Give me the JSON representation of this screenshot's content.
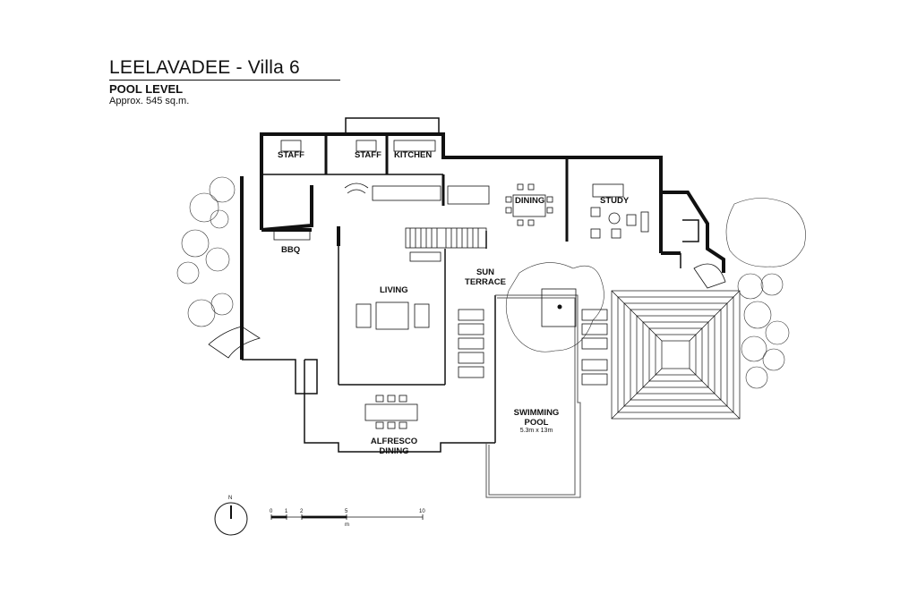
{
  "header": {
    "title": "LEELAVADEE - Villa 6",
    "level": "POOL LEVEL",
    "area": "Approx. 545 sq.m."
  },
  "rooms": {
    "staff_1": "STAFF",
    "staff_2": "STAFF",
    "kitchen": "KITCHEN",
    "dining": "DINING",
    "study": "STUDY",
    "bbq": "BBQ",
    "sun_terrace_1": "SUN",
    "sun_terrace_2": "TERRACE",
    "living": "LIVING",
    "swimming_pool_1": "SWIMMING",
    "swimming_pool_2": "POOL",
    "pool_size": "5.3m x 13m",
    "alfresco_1": "ALFRESCO",
    "alfresco_2": "DINING"
  },
  "compass": {
    "label": "N"
  },
  "scale": {
    "ticks": [
      "0",
      "1",
      "2",
      "5",
      "10"
    ],
    "unit": "m"
  },
  "colors": {
    "ink": "#111111",
    "pool_edge": "#555555",
    "paper": "#ffffff"
  }
}
